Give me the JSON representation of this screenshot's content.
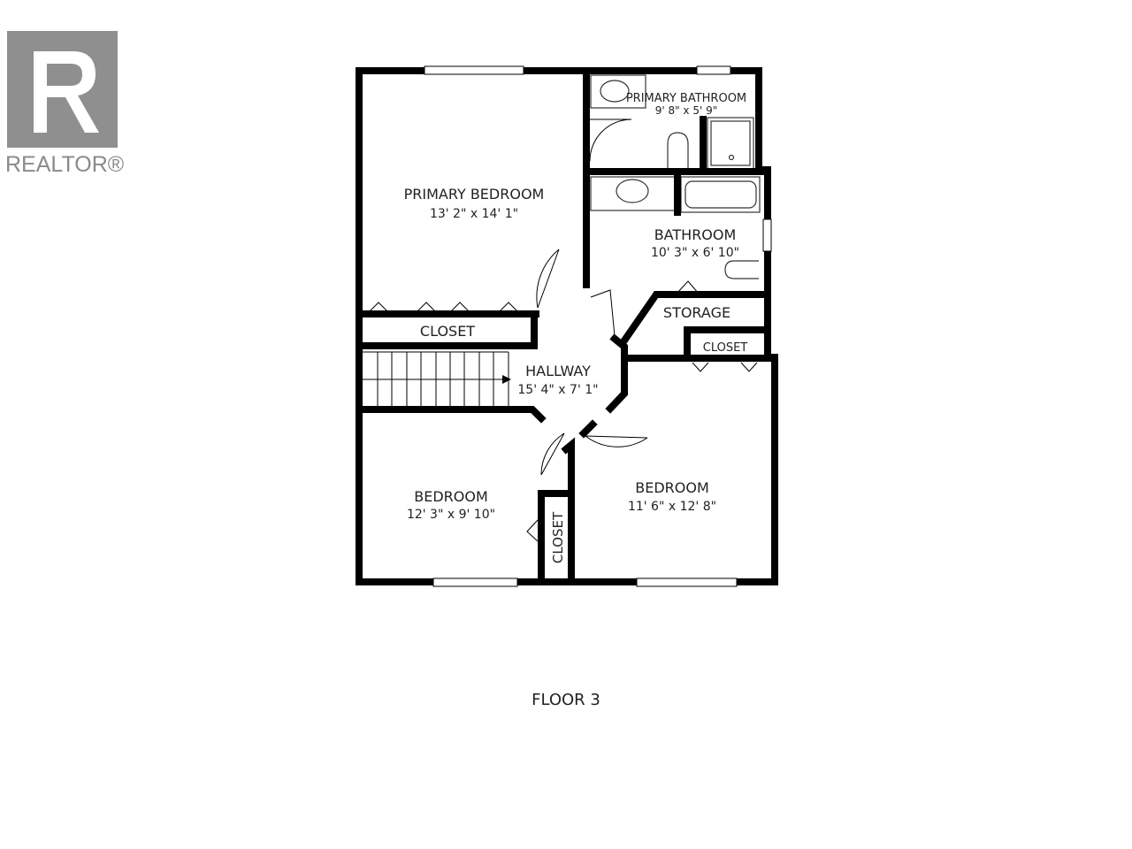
{
  "logo": {
    "text": "REALTOR®",
    "color": "#8a8a8a"
  },
  "rooms": [
    {
      "name": "PRIMARY BEDROOM",
      "size": "13' 2\" x 14' 1\""
    },
    {
      "name": "PRIMARY BATHROOM",
      "size": "9' 8\" x 5' 9\""
    },
    {
      "name": "BATHROOM",
      "size": "10' 3\" x 6' 10\""
    },
    {
      "name": "STORAGE"
    },
    {
      "name": "CLOSET"
    },
    {
      "name": "CLOSET"
    },
    {
      "name": "HALLWAY",
      "size": "15' 4\" x 7' 1\""
    },
    {
      "name": "BEDROOM",
      "size": "12' 3\" x 9' 10\""
    },
    {
      "name": "CLOSET"
    },
    {
      "name": "BEDROOM",
      "size": "11' 6\" x 12' 8\""
    }
  ],
  "floor_label": "FLOOR 3"
}
